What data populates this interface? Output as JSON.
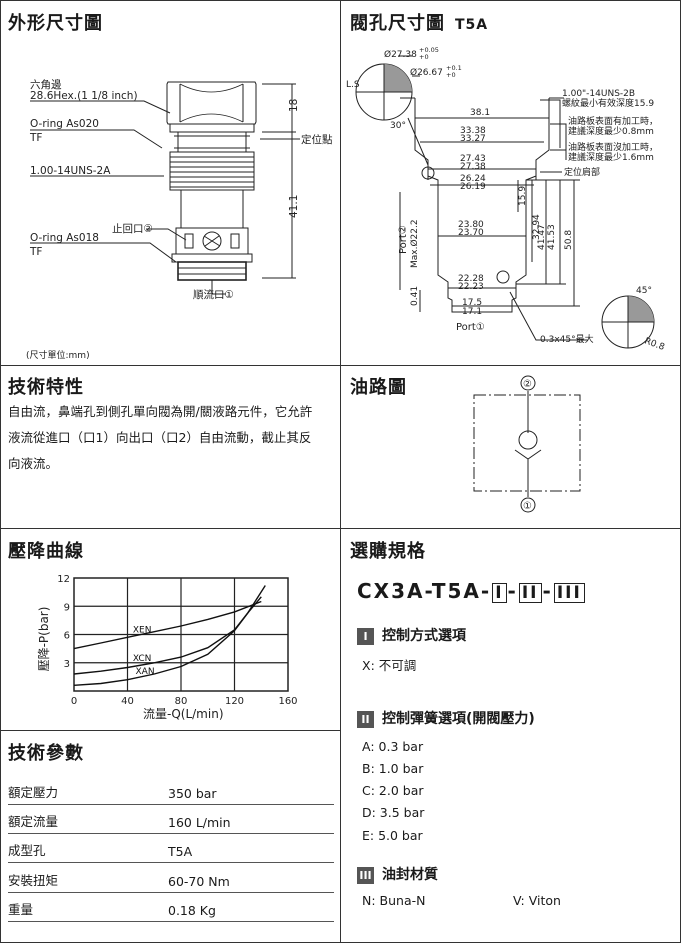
{
  "sections": {
    "outline": "外形尺寸圖",
    "cavity": "閥孔尺寸圖",
    "cavity_code": "T5A",
    "features": "技術特性",
    "circuit": "油路圖",
    "curve": "壓降曲線",
    "ordering": "選購規格",
    "params": "技術參數"
  },
  "outline_labels": {
    "hex_cn": "六角邊",
    "hex_size": "28.6Hex.(1 1/8  inch)",
    "oring1": "O-ring As020",
    "tf1": "TF",
    "thread": "1.00-14UNS-2A",
    "stop_port": "止回口②",
    "oring2": "O-ring As018",
    "tf2": "TF",
    "flow_port": "順流口①",
    "dim_18": "18",
    "dim_41_1": "41.1",
    "locating_point": "定位點",
    "unit_note": "(尺寸單位:mm)"
  },
  "cavity_labels": {
    "d1": "Ø27.38",
    "d1_tol": "+0.05",
    "d1_tol2": "+0",
    "d2": "Ø26.67",
    "d2_tol": "+0.1",
    "d2_tol2": "+0",
    "ls": "L.S",
    "angle30": "30°",
    "thread_spec": "1.00\"-14UNS-2B",
    "thread_note": "螺紋最小有效深度15.9",
    "note_a1": "油路板表面有加工時，",
    "note_a2": "建議深度最少0.8mm",
    "note_b1": "油路板表面沒加工時，",
    "note_b2": "建議深度最少1.6mm",
    "shoulder": "定位肩部",
    "v38_1": "38.1",
    "v33_38": "33.38",
    "v33_27": "33.27",
    "v27_43": "27.43",
    "v27_38": "27.38",
    "v26_24": "26.24",
    "v26_19": "26.19",
    "v23_80": "23.80",
    "v23_70": "23.70",
    "v22_28": "22.28",
    "v22_23": "22.23",
    "v17_5": "17.5",
    "v17_1": "17.1",
    "v15_9": "15.9",
    "v32_94": "32.94",
    "v41_47": "41.47",
    "v41_53": "41.53",
    "v50_8": "50.8",
    "v0_41": "0.41",
    "port2": "Port②",
    "max22": "Max.Ø22.2",
    "port1": "Port①",
    "chamfer": "0.3x45°最大",
    "angle45": "45°",
    "r08": "R0.8"
  },
  "features_text": [
    "自由流，鼻端孔到側孔單向閥為開/關液路元件，它允許",
    "液流從進口（口1）向出口（口2）自由流動，截止其反",
    "向液流。"
  ],
  "circuit_ports": [
    "②",
    "①"
  ],
  "chart_data": {
    "type": "line",
    "xlabel": "流量-Q(L/min)",
    "ylabel": "壓降-P(bar)",
    "xlim": [
      0,
      160
    ],
    "ylim": [
      0,
      12
    ],
    "xticks": [
      "0",
      "40",
      "80",
      "120",
      "160"
    ],
    "yticks": [
      "3",
      "6",
      "9",
      "12"
    ],
    "grid": true,
    "series": [
      {
        "name": "XEN",
        "x": [
          0,
          20,
          40,
          60,
          80,
          100,
          120,
          140
        ],
        "y": [
          4.5,
          5.1,
          5.7,
          6.3,
          6.9,
          7.6,
          8.4,
          9.5
        ]
      },
      {
        "name": "XCN",
        "x": [
          0,
          20,
          40,
          60,
          80,
          100,
          120,
          130,
          140
        ],
        "y": [
          1.8,
          2.1,
          2.5,
          3.0,
          3.6,
          4.6,
          6.5,
          8.3,
          10.0
        ]
      },
      {
        "name": "XAN",
        "x": [
          0,
          20,
          40,
          60,
          80,
          100,
          120,
          130,
          143
        ],
        "y": [
          0.6,
          0.8,
          1.2,
          1.8,
          2.6,
          3.9,
          6.4,
          8.3,
          11.2
        ]
      }
    ]
  },
  "params": [
    {
      "label": "額定壓力",
      "value": "350 bar"
    },
    {
      "label": "額定流量",
      "value": "160 L/min"
    },
    {
      "label": "成型孔",
      "value": "T5A"
    },
    {
      "label": "安裝扭矩",
      "value": "60-70 Nm"
    },
    {
      "label": "重量",
      "value": "0.18 Kg"
    }
  ],
  "model": {
    "prefix": "CX3A-T5A-",
    "b1": "I",
    "b2": "II",
    "b3": "III",
    "dash": "-"
  },
  "option1": {
    "roman": "I",
    "title": "控制方式選項",
    "items": [
      "X: 不可調"
    ]
  },
  "option2": {
    "roman": "II",
    "title": "控制彈簧選項(開閥壓力)",
    "items": [
      "A: 0.3 bar",
      "B: 1.0 bar",
      "C: 2.0 bar",
      "D: 3.5 bar",
      "E: 5.0 bar"
    ]
  },
  "option3": {
    "roman": "III",
    "title": "油封材質",
    "items": [
      "N:  Buna-N",
      "V:   Viton"
    ]
  }
}
